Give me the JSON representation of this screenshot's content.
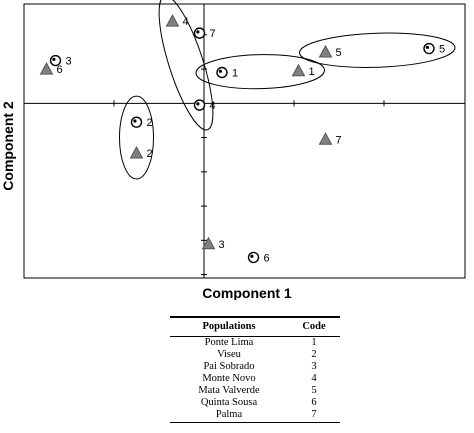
{
  "chart_data": {
    "type": "scatter",
    "xlabel": "Component 1",
    "ylabel": "Component 2",
    "series": [
      {
        "marker": "circle",
        "color": "#ffffff",
        "points": [
          {
            "label": "1",
            "x": 0.2,
            "y": 0.9
          },
          {
            "label": "2",
            "x": -0.75,
            "y": -0.55
          },
          {
            "label": "3",
            "x": -1.65,
            "y": 1.25
          },
          {
            "label": "4",
            "x": -0.05,
            "y": -0.05
          },
          {
            "label": "5",
            "x": 2.5,
            "y": 1.6
          },
          {
            "label": "6",
            "x": 0.55,
            "y": -4.5
          },
          {
            "label": "7",
            "x": -0.05,
            "y": 2.05
          }
        ]
      },
      {
        "marker": "triangle",
        "color": "#808080",
        "points": [
          {
            "label": "1",
            "x": 1.05,
            "y": 0.95
          },
          {
            "label": "2",
            "x": -0.75,
            "y": -1.45
          },
          {
            "label": "3",
            "x": 0.05,
            "y": -4.1
          },
          {
            "label": "4",
            "x": -0.35,
            "y": 2.4
          },
          {
            "label": "5",
            "x": 1.35,
            "y": 1.5
          },
          {
            "label": "6",
            "x": -1.75,
            "y": 1.0
          },
          {
            "label": "7",
            "x": 1.35,
            "y": -1.05
          }
        ]
      }
    ],
    "groups": [
      {
        "members": [
          "circle-1",
          "triangle-1"
        ]
      },
      {
        "members": [
          "circle-2",
          "triangle-2"
        ]
      },
      {
        "members": [
          "circle-4",
          "triangle-4",
          "circle-7"
        ]
      },
      {
        "members": [
          "circle-5",
          "triangle-5"
        ]
      }
    ],
    "xlim": [
      -2,
      2.9
    ],
    "ylim": [
      -5.1,
      2.9
    ],
    "grid": false,
    "legend": "table-below"
  },
  "legend_table": {
    "headers": [
      "Populations",
      "Code"
    ],
    "rows": [
      [
        "Ponte Lima",
        "1"
      ],
      [
        "Viseu",
        "2"
      ],
      [
        "Pai Sobrado",
        "3"
      ],
      [
        "Monte Novo",
        "4"
      ],
      [
        "Mata Valverde",
        "5"
      ],
      [
        "Quinta Sousa",
        "6"
      ],
      [
        "Palma",
        "7"
      ]
    ]
  }
}
